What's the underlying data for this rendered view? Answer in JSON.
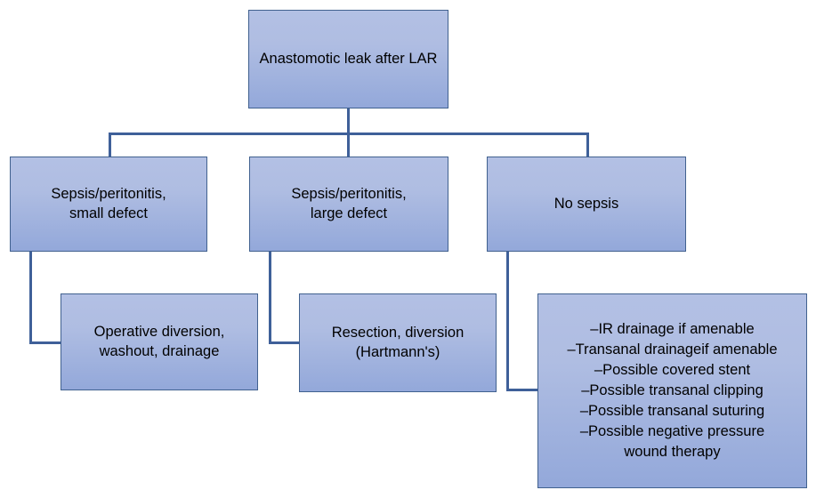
{
  "diagram": {
    "title": "Anastomotic leak after LAR management algorithm",
    "type": "flowchart",
    "colors": {
      "node_fill_top": "#b3c0e4",
      "node_fill_bottom": "#93a8da",
      "node_border": "#41618f",
      "connector": "#3f6099",
      "text": "#000000",
      "background": "#ffffff"
    },
    "nodes": {
      "root": {
        "text": "Anastomotic leak after LAR",
        "line1": "Anastomotic leak after",
        "line2": "LAR"
      },
      "branch_left": {
        "text": "Sepsis/peritonitis,\nsmall defect",
        "line1": "Sepsis/peritonitis,",
        "line2": "small defect"
      },
      "branch_middle": {
        "text": "Sepsis/peritonitis,\nlarge defect",
        "line1": "Sepsis/peritonitis,",
        "line2": "large defect"
      },
      "branch_right": {
        "text": "No sepsis"
      },
      "treatment_left": {
        "text": "Operative diversion,\nwashout, drainage",
        "line1": "Operative diversion,",
        "line2": "washout, drainage"
      },
      "treatment_middle": {
        "text": "Resection, diversion\n(Hartmann's)",
        "line1": "Resection, diversion",
        "line2": "(Hartmann's)"
      },
      "treatment_right": {
        "text": "–IR drainage if amenable\n–Transanal drainageif amenable\n–Possible covered stent\n–Possible transanal clipping\n–Possible transanal suturing\n–Possible negative pressure\nwound therapy",
        "items": [
          "–IR drainage if amenable",
          "–Transanal drainageif amenable",
          "–Possible covered stent",
          "–Possible transanal clipping",
          "–Possible transanal suturing",
          "–Possible negative pressure wound therapy"
        ]
      }
    },
    "edges": [
      {
        "from": "root",
        "to": "branch_left",
        "style": "orthogonal"
      },
      {
        "from": "root",
        "to": "branch_middle",
        "style": "orthogonal"
      },
      {
        "from": "root",
        "to": "branch_right",
        "style": "orthogonal"
      },
      {
        "from": "branch_left",
        "to": "treatment_left",
        "style": "elbow"
      },
      {
        "from": "branch_middle",
        "to": "treatment_middle",
        "style": "elbow"
      },
      {
        "from": "branch_right",
        "to": "treatment_right",
        "style": "elbow"
      }
    ]
  }
}
